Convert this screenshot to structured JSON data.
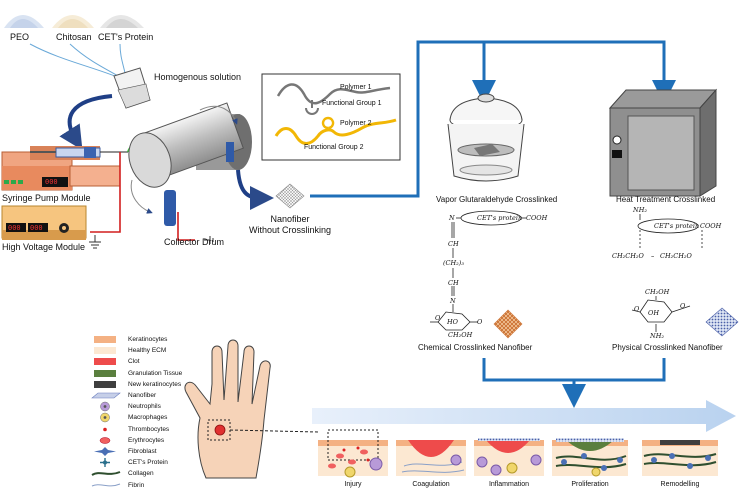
{
  "top_powders": {
    "peo": "PEO",
    "chitosan": "Chitosan",
    "protein": "CET's Protein"
  },
  "electrospinning": {
    "homogenous_solution": "Homogenous solution",
    "syringe_pump": "Syringe Pump Module",
    "pump_display": "000",
    "high_voltage": "High Voltage Module",
    "hv_display_1": "000",
    "hv_display_2": "000",
    "collector_drum": "Collector Drum",
    "nanofiber_line1": "Nanofiber",
    "nanofiber_line2": "Without Crosslinking"
  },
  "polymer_box": {
    "polymer1": "Polymer 1",
    "functional_group1": "Functional Group 1",
    "polymer2": "Polymer 2",
    "functional_group2": "Functional Group 2"
  },
  "crosslinking": {
    "vapor_title": "Vapor Glutaraldehyde Crosslinked",
    "heat_title": "Heat Treatment Crosslinked",
    "chemical_result": "Chemical Crosslinked Nanofiber",
    "physical_result": "Physical Crosslinked Nanofiber",
    "protein_label": "CET's protein",
    "protein_label_2": "CET's protein",
    "chem_n_top": "N",
    "chem_cooh_left": "COOH",
    "chem_ch1": "CH",
    "chem_ch2n": "(CH₂)₃",
    "chem_ch3": "CH",
    "chem_n_bottom": "N",
    "chem_ho": "HO",
    "chem_ch2oh_left": "CH₂OH",
    "chem_o_left": "O",
    "chem_o_ring_left": "O",
    "phys_nh2_top": "NH₂",
    "phys_cooh": "COOH",
    "phys_mid_left": "CH₂CH₂O",
    "phys_mid_dash": "–",
    "phys_mid_right": "CH₂CH₂O",
    "phys_ch2oh": "CH₂OH",
    "phys_oh": "OH",
    "phys_nh2_bottom": "NH₂",
    "phys_o_ring": "O",
    "phys_o_right": "O"
  },
  "legend": [
    {
      "label": "Keratinocytes",
      "color": "#f4b183",
      "icon": "rect"
    },
    {
      "label": "Healthy ECM",
      "color": "#fce8d2",
      "icon": "rect"
    },
    {
      "label": "Clot",
      "color": "#ee4b4b",
      "icon": "rect"
    },
    {
      "label": "Granulation Tissue",
      "color": "#5a7f3e",
      "icon": "rect"
    },
    {
      "label": "New keratinocytes",
      "color": "#3f3f3f",
      "icon": "rect"
    },
    {
      "label": "Nanofiber",
      "color": "#6b7fbf",
      "icon": "fiber"
    },
    {
      "label": "Neutrophils",
      "color": "#b89ad8",
      "icon": "cell"
    },
    {
      "label": "Macrophages",
      "color": "#f0d66b",
      "icon": "cell"
    },
    {
      "label": "Thrombocytes",
      "color": "#d22",
      "icon": "dot"
    },
    {
      "label": "Erythrocytes",
      "color": "#f06060",
      "icon": "ellipse"
    },
    {
      "label": "Fibroblast",
      "color": "#4a6fb5",
      "icon": "fibroblast"
    },
    {
      "label": "CET's Protein",
      "color": "#2a6f8c",
      "icon": "protein"
    },
    {
      "label": "Collagen",
      "color": "#2f4f2f",
      "icon": "collagen"
    },
    {
      "label": "Fibrin",
      "color": "#8aa0c8",
      "icon": "fibrin"
    }
  ],
  "stages": [
    "Injury",
    "Coagulation",
    "Inflammation",
    "Proliferation",
    "Remodelling"
  ],
  "colors": {
    "arrow_blue": "#1f6fb8",
    "light_arrow": "#cfe0f3",
    "skin": "#f6d3b8",
    "wound": "#e03030"
  }
}
